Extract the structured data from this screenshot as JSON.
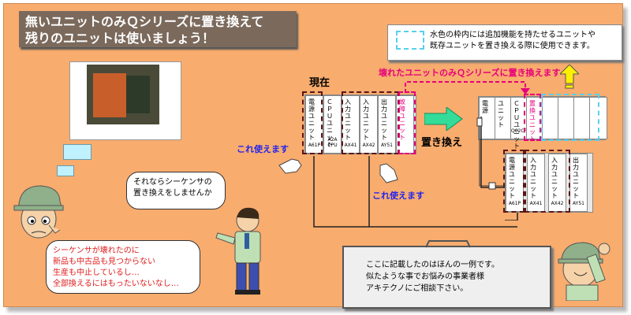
{
  "title": {
    "line1": "無いユニットのみＱシリーズに置き換えて",
    "line2": "残りのユニットは使いましょう！"
  },
  "note": {
    "line1": "水色の枠内には追加機能を持たせるユニットや",
    "line2": "既存ユニットを置き換える際に使用できます。"
  },
  "labels": {
    "current": "現在",
    "replace": "置き換え",
    "broken_only": "壊れたユニットのみＱシリーズに置き換えます",
    "usable_left": "これ使えます",
    "usable_right": "これ使えます"
  },
  "speech_operator": {
    "line1": "シーケンサが壊れたのに",
    "line2": "新品も中古品も見つからない",
    "line3": "生産も中止しているし…",
    "line4": "全部換えるにはもったいないなし…"
  },
  "speech_engineer": {
    "line1": "それならシーケンサの",
    "line2": "置き換えをしませんか"
  },
  "info": {
    "line1": "ここに記載したのはほんの一例です。",
    "line2": "似たような事でお悩みの事業者様",
    "line3": "アキテクノにご相談下さい。"
  },
  "current_rack": [
    {
      "name": "電源ユニット",
      "code": "A61P"
    },
    {
      "name": "ＣＰＵユニット",
      "code": "A2A CPU"
    },
    {
      "name": "入力ユニット",
      "code": "AX41"
    },
    {
      "name": "入力ユニット",
      "code": "AX42"
    },
    {
      "name": "出力ユニット",
      "code": "AY51"
    },
    {
      "name": "故障ユニット",
      "code": ""
    }
  ],
  "new_rack": [
    {
      "name": "電源",
      "code": ""
    },
    {
      "name": "ユニット",
      "code": ""
    },
    {
      "name": "ＣＰＵユニット",
      "code": "Q02CPU"
    },
    {
      "name": "置換ユニット",
      "code": ""
    }
  ],
  "lower_rack": [
    {
      "name": "電源ユニット",
      "code": "A61P"
    },
    {
      "name": "入力ユニット",
      "code": "AX41"
    },
    {
      "name": "入力ユニット",
      "code": "AX42"
    },
    {
      "name": "出力ユニット",
      "code": "AY51"
    }
  ],
  "colors": {
    "background": "#f8ac6e",
    "title_bg": "#7b6a5c",
    "highlight_pink": "#e6007a",
    "highlight_cyan": "#55d0ee",
    "usable_blue": "#2222ee",
    "arrow_green": "#33dd99",
    "up_arrow_yellow": "#ffef00"
  }
}
